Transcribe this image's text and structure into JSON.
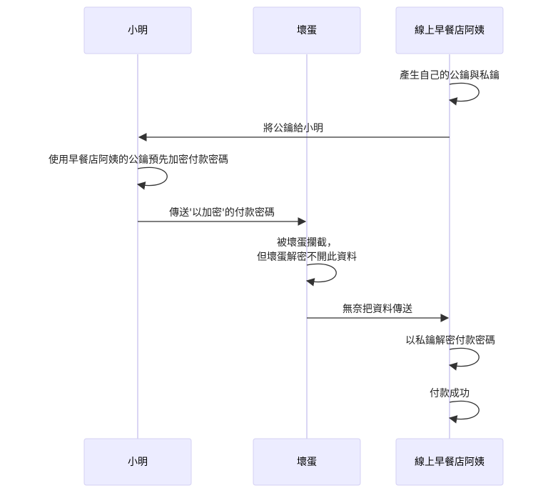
{
  "participants": [
    {
      "id": "xiaoming",
      "label": "小明"
    },
    {
      "id": "villain",
      "label": "壞蛋"
    },
    {
      "id": "auntie",
      "label": "線上早餐店阿姨"
    }
  ],
  "messages": [
    {
      "from": "auntie",
      "to": "auntie",
      "lines": [
        "產生自己的公鑰與私鑰"
      ]
    },
    {
      "from": "auntie",
      "to": "xiaoming",
      "lines": [
        "將公鑰給小明"
      ]
    },
    {
      "from": "xiaoming",
      "to": "xiaoming",
      "lines": [
        "使用早餐店阿姨的公鑰預先加密付款密碼"
      ]
    },
    {
      "from": "xiaoming",
      "to": "villain",
      "lines": [
        "傳送'以加密'的付款密碼"
      ]
    },
    {
      "from": "villain",
      "to": "villain",
      "lines": [
        "被壞蛋攔截，",
        "但壞蛋解密不開此資料"
      ]
    },
    {
      "from": "villain",
      "to": "auntie",
      "lines": [
        "無奈把資料傳送"
      ]
    },
    {
      "from": "auntie",
      "to": "auntie",
      "lines": [
        "以私鑰解密付款密碼"
      ]
    },
    {
      "from": "auntie",
      "to": "auntie",
      "lines": [
        "付款成功"
      ]
    }
  ],
  "colors": {
    "actor_fill": "#ececff",
    "actor_border": "#d4d0f3",
    "lifeline": "#cdc8f0",
    "arrow": "#333333"
  }
}
